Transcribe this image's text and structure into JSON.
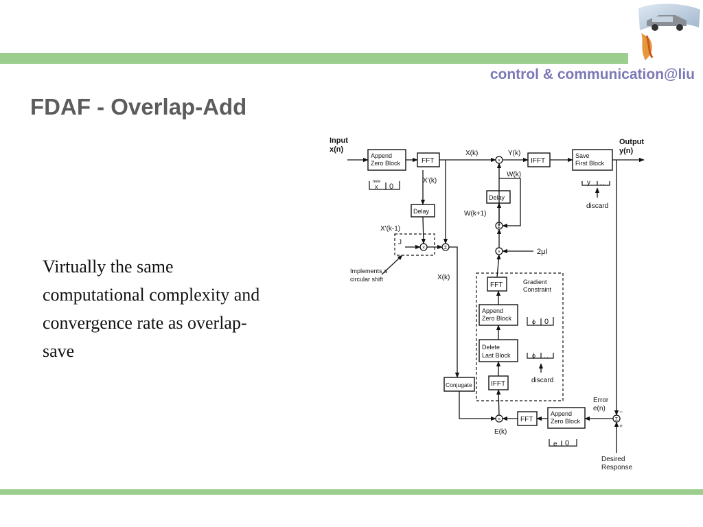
{
  "header": {
    "org": "control & communication@liu",
    "title": "FDAF - Overlap-Add"
  },
  "body": {
    "text": "Virtually the same computational complexity and convergence rate as overlap-save"
  },
  "diagram": {
    "input": [
      "Input",
      "x(n)"
    ],
    "output": [
      "Output",
      "y(n)"
    ],
    "blocks": {
      "append_zero_top": [
        "Append",
        "Zero Block"
      ],
      "fft_top": "FFT",
      "delay_left": "Delay",
      "delay_right": "Delay",
      "ifft_top": "IFFT",
      "save_first": [
        "Save",
        "First Block"
      ],
      "fft_grad": "FFT",
      "append_zero_grad": [
        "Append",
        "Zero Block"
      ],
      "delete_last": [
        "Delete",
        "Last Block"
      ],
      "ifft_grad": "IFFT",
      "conjugate": "Conjugate",
      "fft_err": "FFT",
      "append_zero_err": [
        "Append",
        "Zero Block"
      ]
    },
    "labels": {
      "xk_top": "X(k)",
      "yk": "Y(k)",
      "xpk": "X'(k)",
      "wk": "W(k)",
      "wk1": "W(k+1)",
      "xpk1": "X'(k-1)",
      "j": "J",
      "implements": [
        "Implements a",
        "circular shift"
      ],
      "xk_mid": "X(k)",
      "two_mu": "2μI",
      "gradient": [
        "Gradient",
        "Constraint"
      ],
      "discard_top": "discard",
      "discard_mid": "discard",
      "error": [
        "Error",
        "e(n)"
      ],
      "ek": "E(k)",
      "desired": [
        "Desired",
        "Response"
      ],
      "new": "new",
      "vec_x": "x",
      "vec_zero": "0",
      "vec_y": "y",
      "vec_dots": ". .",
      "vec_phi": "ϕ",
      "vec_e": "e",
      "minus": "−",
      "plus": "+",
      "mult": "×",
      "sum": "Σ"
    }
  }
}
